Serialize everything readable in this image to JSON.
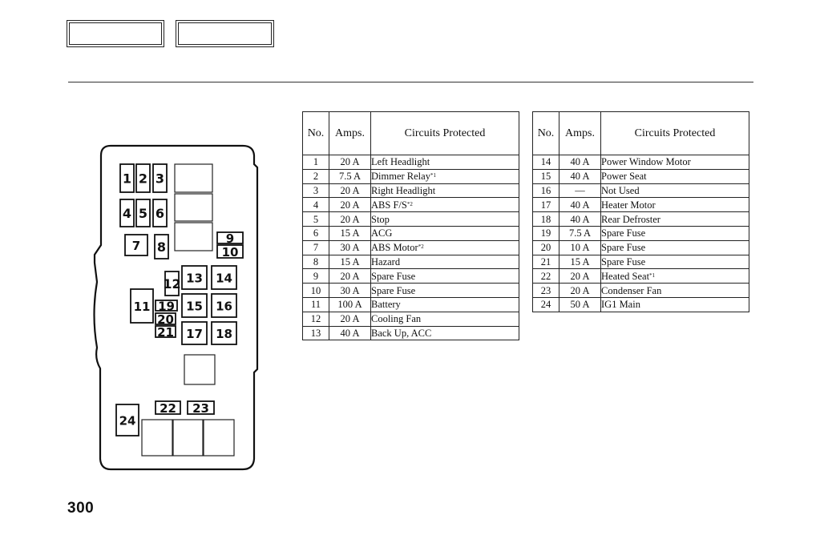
{
  "nav": {
    "box1": "",
    "box2": ""
  },
  "page_number": "300",
  "diagram": {
    "fuse_labels": [
      "1",
      "2",
      "3",
      "4",
      "5",
      "6",
      "7",
      "8",
      "9",
      "10",
      "11",
      "12",
      "13",
      "14",
      "15",
      "16",
      "17",
      "18",
      "19",
      "20",
      "21",
      "22",
      "23",
      "24"
    ]
  },
  "table_headers": {
    "no": "No.",
    "amps": "Amps.",
    "circuits": "Circuits Protected"
  },
  "table_left": [
    {
      "no": "1",
      "amps": "20 A",
      "circuit": "Left Headlight",
      "note": ""
    },
    {
      "no": "2",
      "amps": "7.5 A",
      "circuit": "Dimmer Relay",
      "note": "*1"
    },
    {
      "no": "3",
      "amps": "20 A",
      "circuit": "Right Headlight",
      "note": ""
    },
    {
      "no": "4",
      "amps": "20 A",
      "circuit": "ABS F/S",
      "note": "*2"
    },
    {
      "no": "5",
      "amps": "20 A",
      "circuit": "Stop",
      "note": ""
    },
    {
      "no": "6",
      "amps": "15 A",
      "circuit": "ACG",
      "note": ""
    },
    {
      "no": "7",
      "amps": "30 A",
      "circuit": "ABS Motor",
      "note": "*2"
    },
    {
      "no": "8",
      "amps": "15 A",
      "circuit": "Hazard",
      "note": ""
    },
    {
      "no": "9",
      "amps": "20 A",
      "circuit": "Spare Fuse",
      "note": ""
    },
    {
      "no": "10",
      "amps": "30 A",
      "circuit": "Spare Fuse",
      "note": ""
    },
    {
      "no": "11",
      "amps": "100 A",
      "circuit": "Battery",
      "note": ""
    },
    {
      "no": "12",
      "amps": "20 A",
      "circuit": "Cooling Fan",
      "note": ""
    },
    {
      "no": "13",
      "amps": "40 A",
      "circuit": "Back Up, ACC",
      "note": ""
    }
  ],
  "table_right": [
    {
      "no": "14",
      "amps": "40 A",
      "circuit": "Power Window Motor",
      "note": ""
    },
    {
      "no": "15",
      "amps": "40 A",
      "circuit": "Power Seat",
      "note": ""
    },
    {
      "no": "16",
      "amps": "—",
      "circuit": "Not Used",
      "note": ""
    },
    {
      "no": "17",
      "amps": "40 A",
      "circuit": "Heater Motor",
      "note": ""
    },
    {
      "no": "18",
      "amps": "40 A",
      "circuit": "Rear Defroster",
      "note": ""
    },
    {
      "no": "19",
      "amps": "7.5 A",
      "circuit": "Spare Fuse",
      "note": ""
    },
    {
      "no": "20",
      "amps": "10 A",
      "circuit": "Spare Fuse",
      "note": ""
    },
    {
      "no": "21",
      "amps": "15 A",
      "circuit": "Spare Fuse",
      "note": ""
    },
    {
      "no": "22",
      "amps": "20 A",
      "circuit": "Heated Seat",
      "note": "*1"
    },
    {
      "no": "23",
      "amps": "20 A",
      "circuit": "Condenser Fan",
      "note": ""
    },
    {
      "no": "24",
      "amps": "50 A",
      "circuit": "IG1 Main",
      "note": ""
    }
  ]
}
